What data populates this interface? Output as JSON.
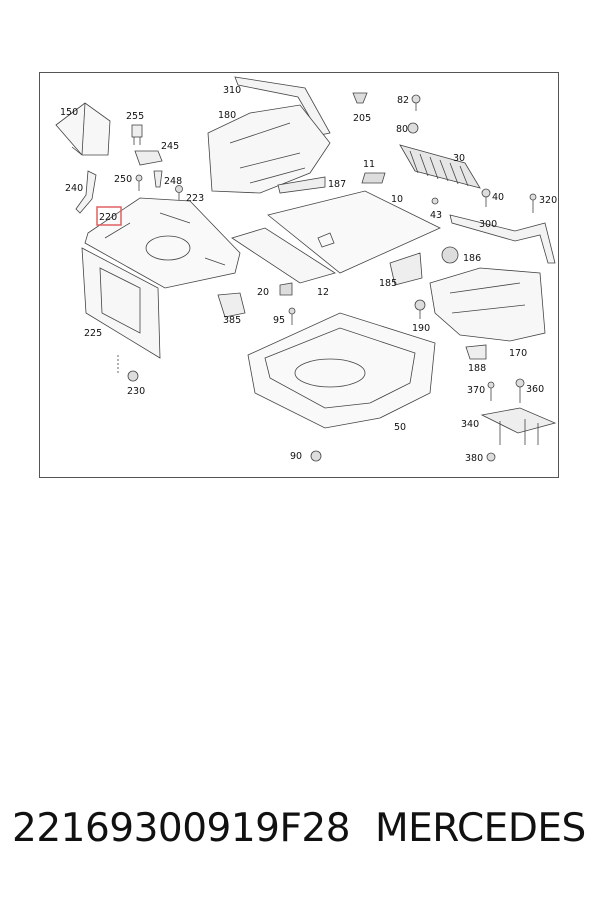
{
  "diagram": {
    "highlight_color": "#e06060",
    "line_color": "#444444",
    "part_numbers": {
      "p150": "150",
      "p255": "255",
      "p245": "245",
      "p250": "250",
      "p248": "248",
      "p223": "223",
      "p240": "240",
      "p220": "220",
      "p225": "225",
      "p230": "230",
      "p310": "310",
      "p180": "180",
      "p205": "205",
      "p82": "82",
      "p80": "80",
      "p30": "30",
      "p11": "11",
      "p187": "187",
      "p10": "10",
      "p43": "43",
      "p40": "40",
      "p320": "320",
      "p300": "300",
      "p186": "186",
      "p185": "185",
      "p20": "20",
      "p12": "12",
      "p385": "385",
      "p95": "95",
      "p190": "190",
      "p170": "170",
      "p188": "188",
      "p370": "370",
      "p360": "360",
      "p340": "340",
      "p380": "380",
      "p50": "50",
      "p90": "90"
    }
  },
  "caption": {
    "part_number": "22169300919F28",
    "brand": "MERCEDES"
  }
}
